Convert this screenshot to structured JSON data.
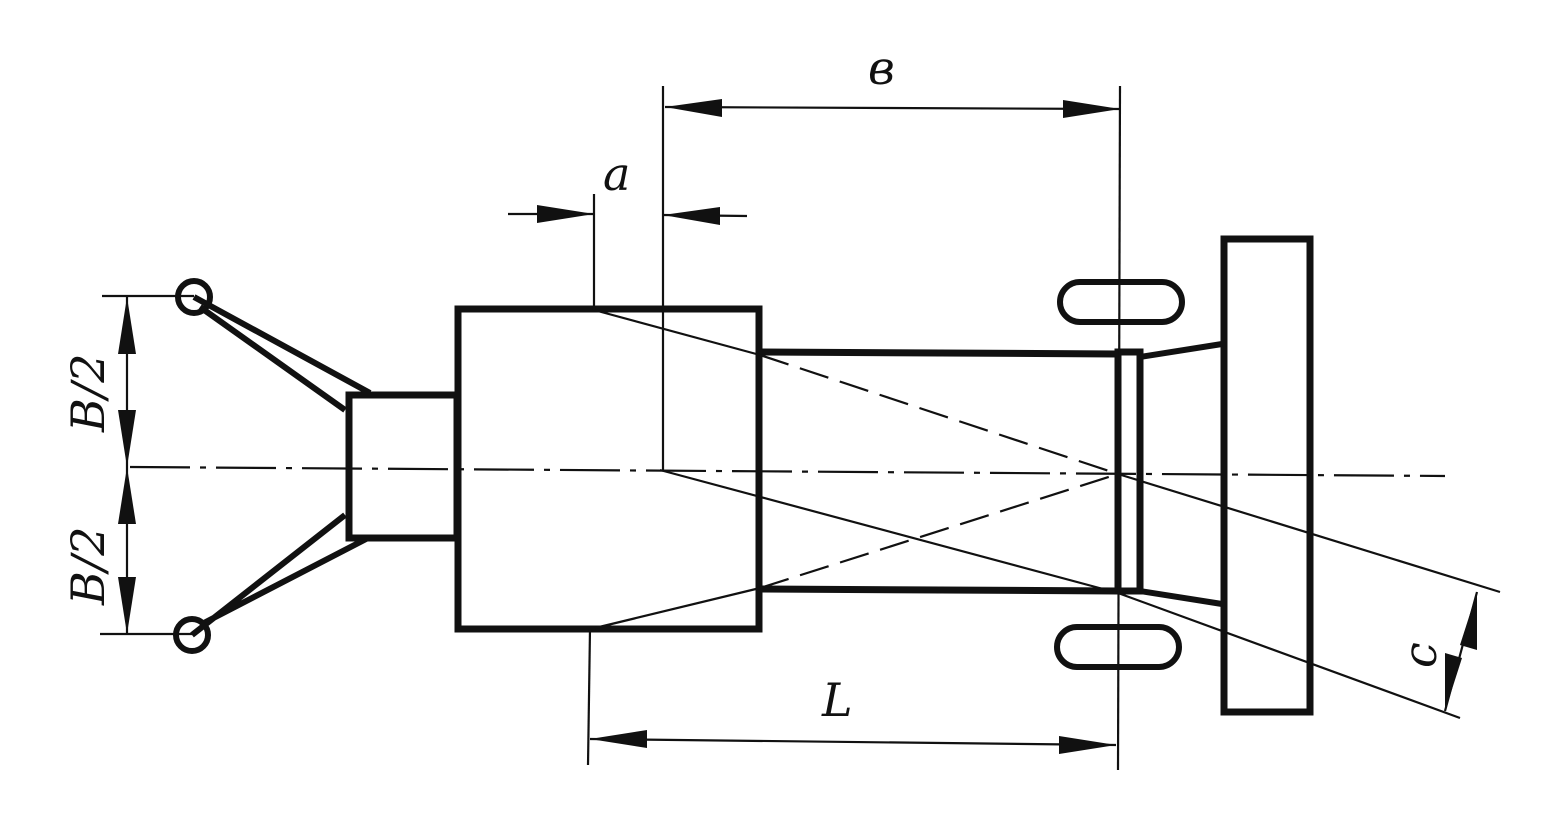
{
  "labels": {
    "a": "a",
    "b": "в",
    "L": "L",
    "c": "c",
    "half_width_top": "B/2",
    "half_width_bottom": "B/2"
  }
}
